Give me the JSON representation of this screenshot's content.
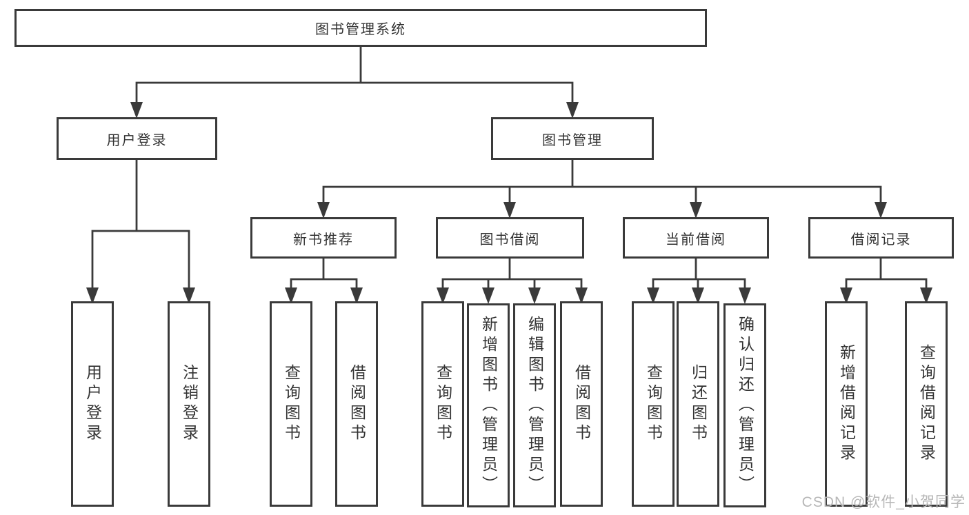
{
  "tree": {
    "label": "图书管理系统",
    "children": [
      {
        "label": "用户登录",
        "children": [
          {
            "label": "用户登录"
          },
          {
            "label": "注销登录"
          }
        ]
      },
      {
        "label": "图书管理",
        "children": [
          {
            "label": "新书推荐",
            "children": [
              {
                "label": "查询图书"
              },
              {
                "label": "借阅图书"
              }
            ]
          },
          {
            "label": "图书借阅",
            "children": [
              {
                "label": "查询图书"
              },
              {
                "label": "新增图书（管理员）"
              },
              {
                "label": "编辑图书（管理员）"
              },
              {
                "label": "借阅图书"
              }
            ]
          },
          {
            "label": "当前借阅",
            "children": [
              {
                "label": "查询图书"
              },
              {
                "label": "归还图书"
              },
              {
                "label": "确认归还（管理员）"
              }
            ]
          },
          {
            "label": "借阅记录",
            "children": [
              {
                "label": "新增借阅记录"
              },
              {
                "label": "查询借阅记录"
              }
            ]
          }
        ]
      }
    ]
  },
  "watermark": {
    "text": "CSDN @软件_小贺同学"
  },
  "colors": {
    "line": "#3a3a3a",
    "box_border": "#3a3a3a",
    "text": "#333333",
    "background": "#ffffff",
    "watermark": "#b7b7b7"
  }
}
